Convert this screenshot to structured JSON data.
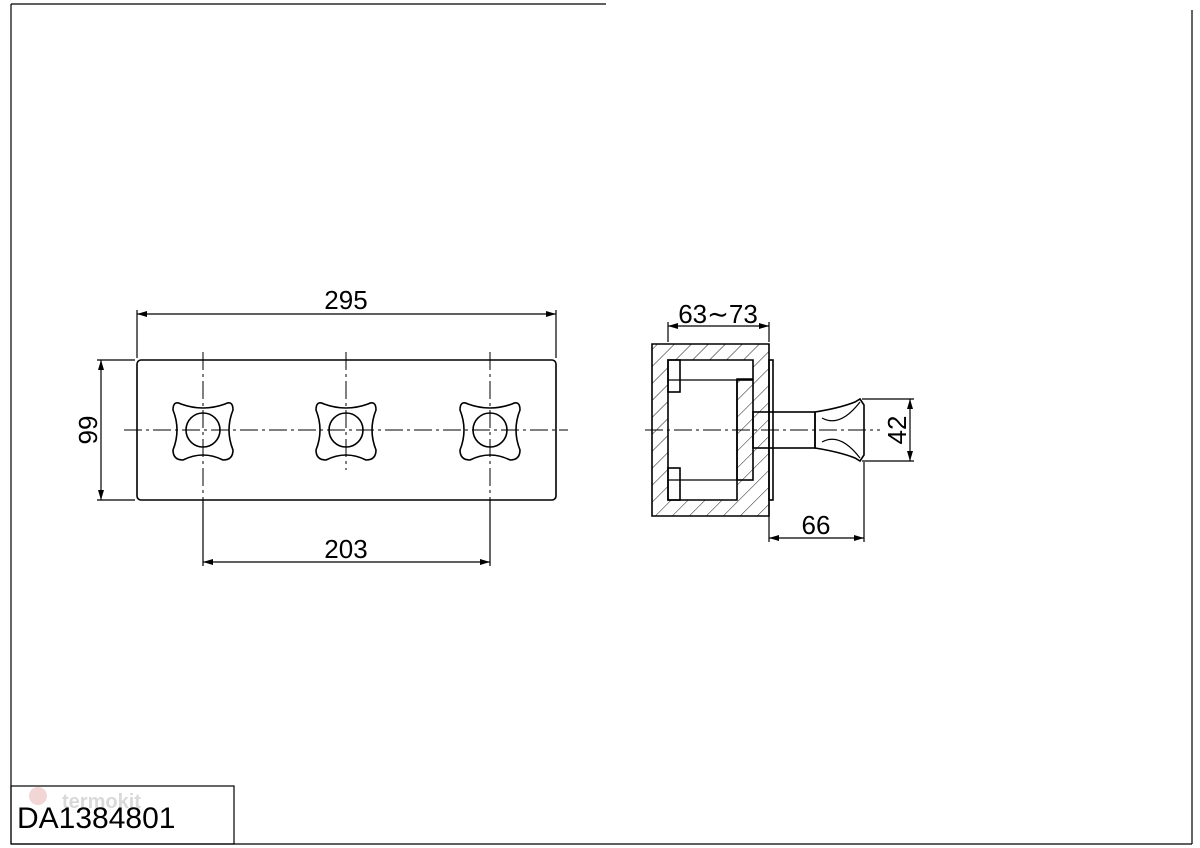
{
  "drawing": {
    "code": "DA1384801",
    "watermark": "termokit"
  },
  "front_view": {
    "overall_width": "295",
    "height": "99",
    "handle_spacing": "203"
  },
  "side_view": {
    "wall_depth_range": "63∼73",
    "handle_projection": "66",
    "handle_diameter": "42"
  }
}
